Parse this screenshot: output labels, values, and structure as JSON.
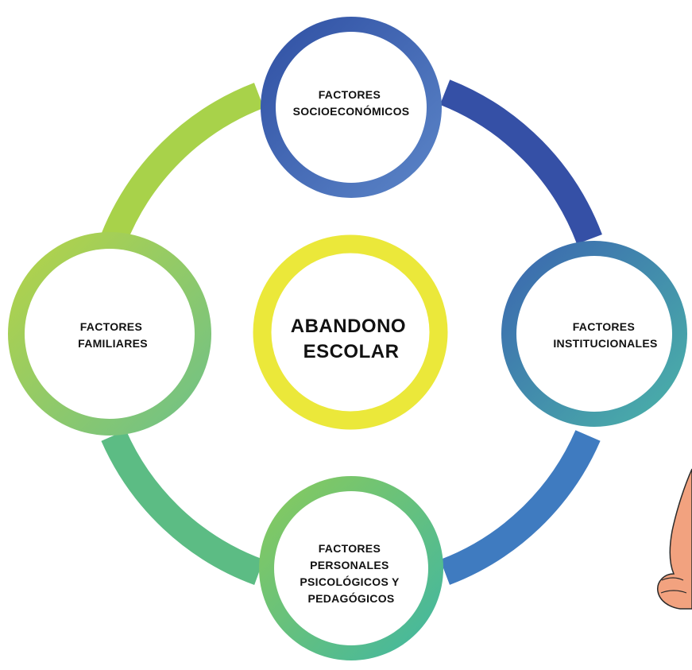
{
  "center": {
    "line1": "ABANDONO",
    "line2": "ESCOLAR",
    "color": "#EBE83A"
  },
  "nodes": {
    "top": {
      "lines": [
        "FACTORES",
        "SOCIOECONÓMICOS"
      ],
      "colors": [
        "#2F4FA3",
        "#5C86C8"
      ]
    },
    "right": {
      "lines": [
        "FACTORES",
        "INSTITUCIONALES"
      ],
      "colors": [
        "#3A64B0",
        "#4BB5A8"
      ]
    },
    "bottom": {
      "lines": [
        "FACTORES",
        "PERSONALES",
        "PSICOLÓGICOS Y",
        "PEDAGÓGICOS"
      ],
      "colors": [
        "#8BCB5A",
        "#3FB6A3"
      ]
    },
    "left": {
      "lines": [
        "FACTORES",
        "FAMILIARES"
      ],
      "colors": [
        "#B8D445",
        "#6CC08A"
      ]
    }
  },
  "connector_colors": {
    "top_right": "#3550A6",
    "right_bottom": "#3F7BC0",
    "bottom_left": "#5CBC84",
    "left_top": "#A8D24A"
  },
  "figure": {
    "skin_color": "#F2A27F",
    "outline_color": "#2A2A2A"
  }
}
